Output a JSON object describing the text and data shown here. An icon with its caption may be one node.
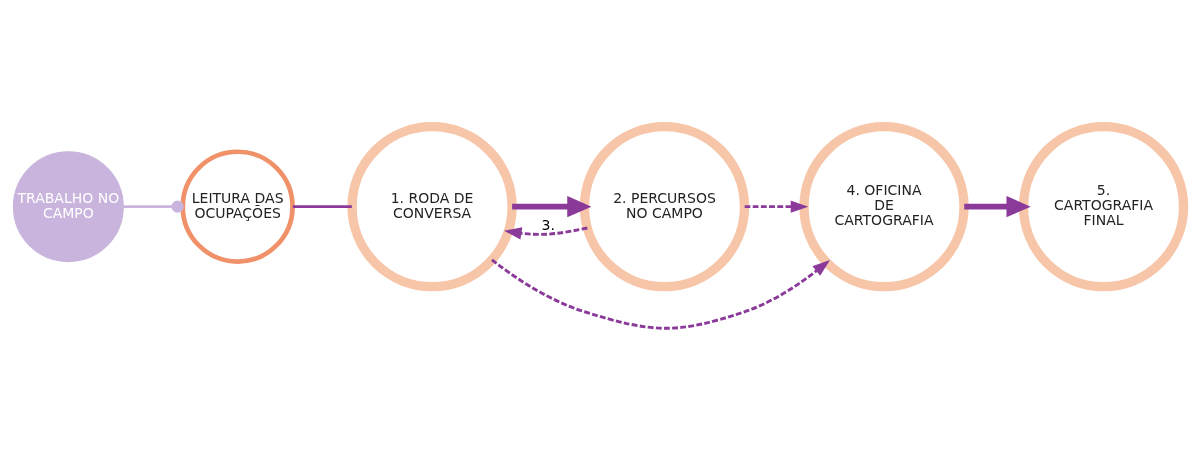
{
  "diagram": {
    "nodes": [
      {
        "text": [
          "TRABALHO NO CAMPO"
        ]
      },
      {
        "text": [
          "LEITURA DAS OCUPAÇÕES"
        ]
      },
      {
        "text": [
          "1. RODA DE CONVERSA"
        ]
      },
      {
        "text": [
          "2. PERCURSOS NO CAMPO"
        ]
      },
      {
        "text": [
          "4. OFICINA DE CARTOGRAFIA"
        ]
      },
      {
        "text": [
          "5. CARTOGRAFIA FINAL"
        ]
      }
    ],
    "edges": [
      {
        "from": 0,
        "to": 1,
        "arrow": "other",
        "color": "#c8b4dc"
      },
      {
        "from": 1,
        "to": 2,
        "arrow": "none"
      },
      {
        "from": 2,
        "to": 3,
        "arrow": "to",
        "style": "thick"
      },
      {
        "from": 3,
        "to": 4,
        "arrow": "to",
        "style": "dashed"
      },
      {
        "from": 3,
        "to": 2,
        "arrow": "to",
        "style": "dashed",
        "label": "3."
      },
      {
        "from": 2,
        "to": 4,
        "arrow": "to",
        "style": "dashed"
      },
      {
        "from": 4,
        "to": 5,
        "arrow": "to",
        "style": "thick"
      }
    ]
  }
}
